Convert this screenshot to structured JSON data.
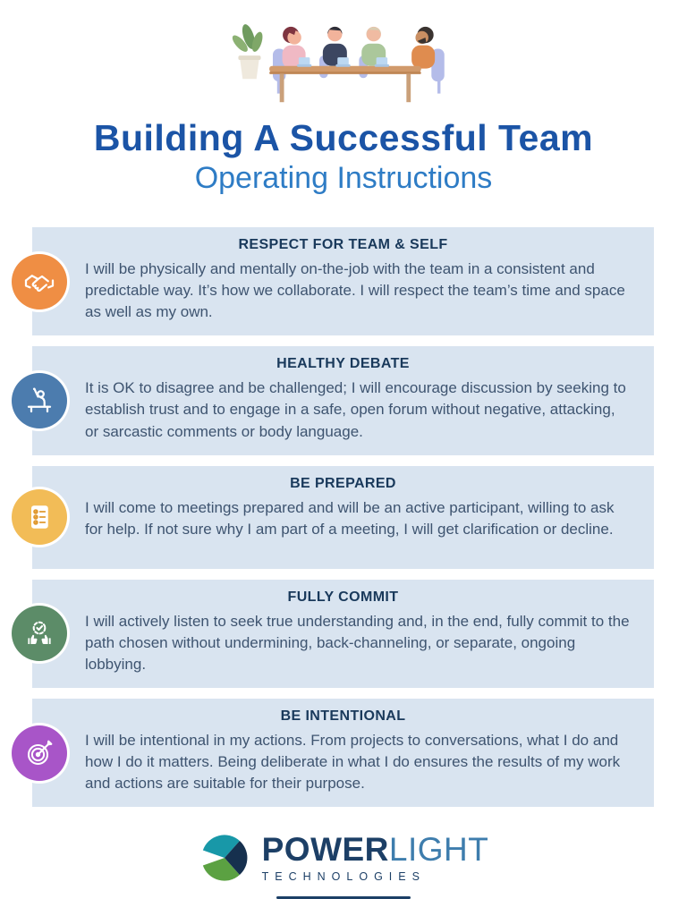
{
  "header": {
    "title": "Building A Successful Team",
    "subtitle": "Operating Instructions"
  },
  "sections": [
    {
      "title": "RESPECT FOR TEAM & SELF",
      "body": "I will be physically and mentally on-the-job with the team in a consistent and predictable way. It’s how we collaborate. I will respect the team’s time and space as well as my own.",
      "icon": "handshake-icon",
      "color": "#EF8E44"
    },
    {
      "title": "HEALTHY DEBATE",
      "body": "It is OK to disagree and be challenged; I will encourage discussion by seeking to establish trust and to engage in a safe, open forum without negative, attacking, or sarcastic comments or body language.",
      "icon": "raised-hand-icon",
      "color": "#4C7CAE"
    },
    {
      "title": "BE PREPARED",
      "body": "I will come to meetings prepared and will be an active participant, willing to ask for help. If not sure why I am part of a meeting, I will get clarification or decline.",
      "icon": "checklist-icon",
      "color": "#F2BC57"
    },
    {
      "title": "FULLY COMMIT",
      "body": "I will actively listen to seek true understanding and, in the end, fully commit to the path chosen without undermining, back-channeling, or separate, ongoing lobbying.",
      "icon": "thumbs-up-check-icon",
      "color": "#5C8C68"
    },
    {
      "title": "BE INTENTIONAL",
      "body": "I will be intentional in my actions. From projects to conversations, what I do and how I do it matters. Being deliberate in what I do ensures the results of my work and actions are suitable for their purpose.",
      "icon": "target-arrow-icon",
      "color": "#A855C8"
    }
  ],
  "logo": {
    "power": "POWER",
    "light": "LIGHT",
    "sub": "TECHNOLOGIES"
  },
  "colors": {
    "title": "#1B54A6",
    "subtitle": "#2E7CC5",
    "banner_bg": "#D9E4F0",
    "section_heading": "#19395B",
    "section_body": "#3E5470",
    "logo_navy": "#1C3F66",
    "logo_light_blue": "#3E7DAD",
    "logo_teal": "#1898A8",
    "logo_green": "#5BA142"
  }
}
